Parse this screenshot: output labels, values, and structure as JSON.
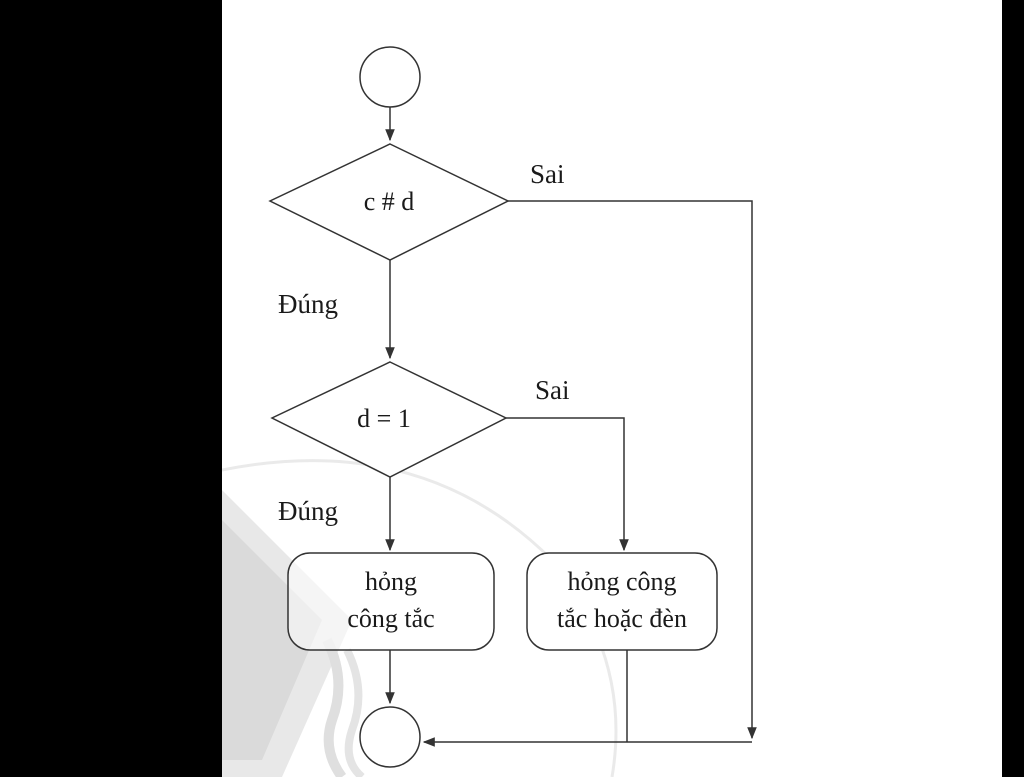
{
  "flowchart": {
    "decision1": {
      "text": "c # d"
    },
    "decision2": {
      "text": "d = 1"
    },
    "label_sai_1": "Sai",
    "label_sai_2": "Sai",
    "label_dung_1": "Đúng",
    "label_dung_2": "Đúng",
    "box_left": {
      "line1": "hỏng",
      "line2": "công tắc"
    },
    "box_right": {
      "line1": "hỏng công",
      "line2": "tắc hoặc đèn"
    }
  },
  "colors": {
    "stroke": "#333333",
    "background": "#ffffff",
    "watermark": "#d9d9d9",
    "frame": "#000000"
  }
}
